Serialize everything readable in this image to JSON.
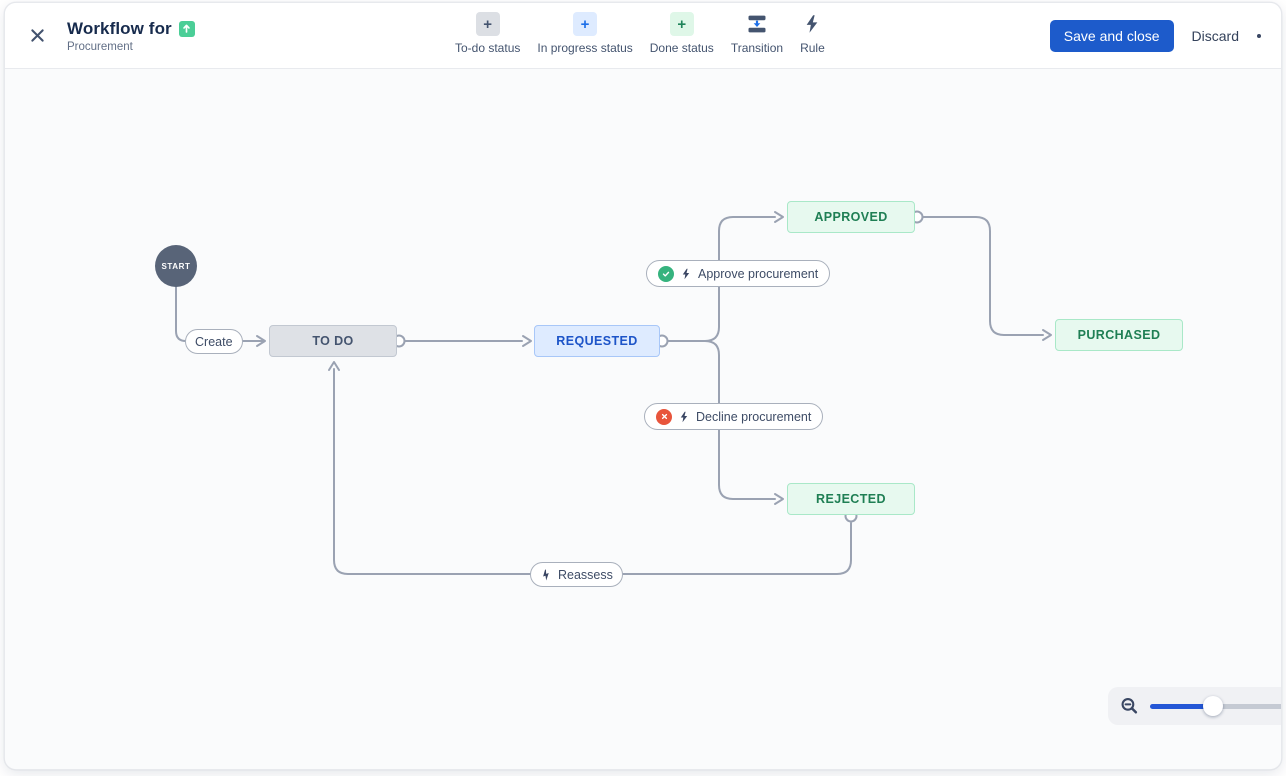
{
  "header": {
    "title": "Workflow for",
    "subtitle": "Procurement",
    "title_icon": "improvement-up-arrow"
  },
  "toolbar": {
    "items": [
      {
        "label": "To-do status",
        "icon": "plus-square-gray"
      },
      {
        "label": "In progress status",
        "icon": "plus-square-blue"
      },
      {
        "label": "Done status",
        "icon": "plus-square-green"
      },
      {
        "label": "Transition",
        "icon": "transition-arrows"
      },
      {
        "label": "Rule",
        "icon": "lightning-bolt"
      }
    ],
    "save_label": "Save and close",
    "discard_label": "Discard"
  },
  "diagram": {
    "start": {
      "label": "START"
    },
    "statuses": [
      {
        "label": "TO DO",
        "category": "todo"
      },
      {
        "label": "REQUESTED",
        "category": "in-progress"
      },
      {
        "label": "APPROVED",
        "category": "done"
      },
      {
        "label": "PURCHASED",
        "category": "done"
      },
      {
        "label": "REJECTED",
        "category": "done"
      }
    ],
    "transitions": [
      {
        "label": "Create",
        "icon": "none"
      },
      {
        "label": "Approve procurement",
        "icon": "approve-check-circle"
      },
      {
        "label": "Decline procurement",
        "icon": "decline-cross-circle"
      },
      {
        "label": "Reassess",
        "icon": "rule-lightning"
      }
    ]
  },
  "zoom_control": {
    "zoom_out_icon": "magnifier-minus",
    "slider_fraction": 0.49
  },
  "colors": {
    "primary_button": "#1D5BCB",
    "todo_bg": "#DEE1E6",
    "todo_text": "#44546F",
    "in_progress_bg": "#DEEBFF",
    "in_progress_text": "#1D54C8",
    "done_bg": "#E7F9EF",
    "done_text": "#1F7F54",
    "approve_icon": "#36B37E",
    "decline_icon": "#E8553C",
    "edge": "#9AA2B2",
    "canvas_bg": "#FAFBFC",
    "start_node": "#586478"
  }
}
